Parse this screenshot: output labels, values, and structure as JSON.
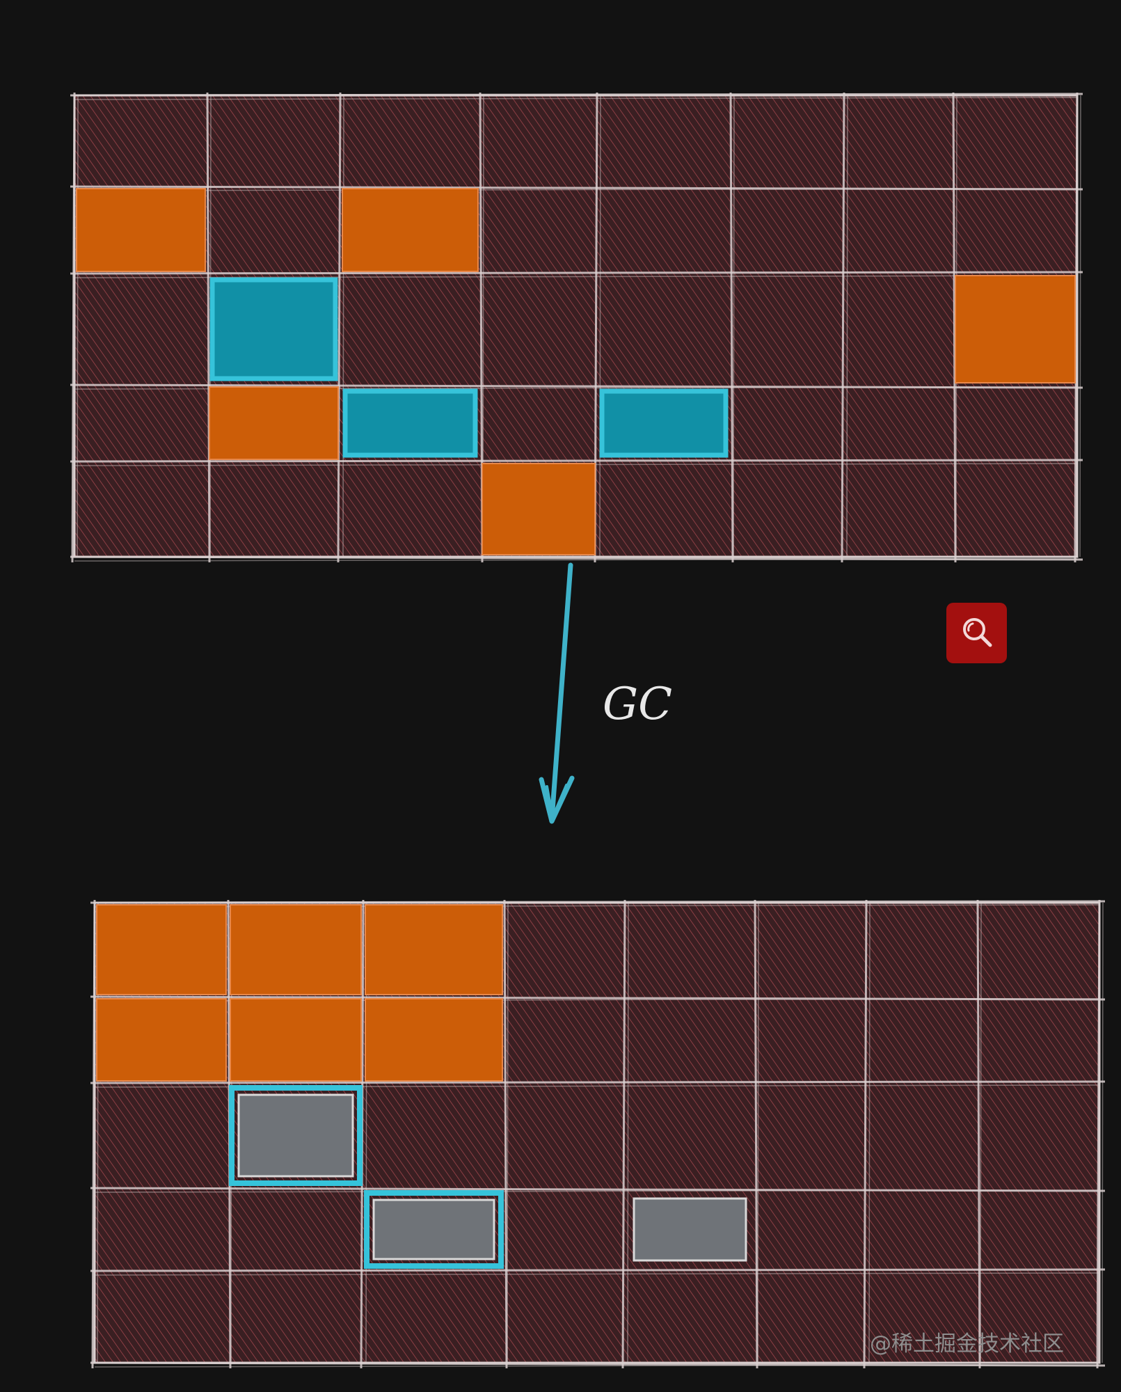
{
  "diagram": {
    "arrow_label": "GC",
    "colors": {
      "background": "#121212",
      "cell_fill": "#3a1f22",
      "hatch": "#8c3e44",
      "grid_line": "#d9cfcf",
      "object_live": "#cc5d08",
      "object_marked": "#1190a6",
      "object_freed": "#6f7378",
      "arrow": "#3fb2c9",
      "search_button": "#a3100f"
    },
    "before": {
      "rows": 5,
      "cols": 8,
      "objects": [
        {
          "kind": "live",
          "row": 1,
          "col": 0
        },
        {
          "kind": "live",
          "row": 1,
          "col": 2
        },
        {
          "kind": "marked",
          "row": 2,
          "col": 1
        },
        {
          "kind": "live",
          "row": 2,
          "col": 7
        },
        {
          "kind": "live",
          "row": 3,
          "col": 1
        },
        {
          "kind": "marked",
          "row": 3,
          "col": 2
        },
        {
          "kind": "marked",
          "row": 3,
          "col": 4
        },
        {
          "kind": "live",
          "row": 4,
          "col": 3
        }
      ]
    },
    "after": {
      "rows": 5,
      "cols": 8,
      "objects": [
        {
          "kind": "live",
          "row": 0,
          "col": 0
        },
        {
          "kind": "live",
          "row": 0,
          "col": 1
        },
        {
          "kind": "live",
          "row": 0,
          "col": 2
        },
        {
          "kind": "live",
          "row": 1,
          "col": 0
        },
        {
          "kind": "live",
          "row": 1,
          "col": 1
        },
        {
          "kind": "live",
          "row": 1,
          "col": 2
        },
        {
          "kind": "freed-marked",
          "row": 2,
          "col": 1
        },
        {
          "kind": "freed-marked",
          "row": 3,
          "col": 2
        },
        {
          "kind": "freed",
          "row": 3,
          "col": 4
        }
      ]
    }
  },
  "toolbar": {
    "search_icon": "magnifier-icon"
  },
  "watermark": {
    "text": "@稀土掘金技术社区"
  }
}
